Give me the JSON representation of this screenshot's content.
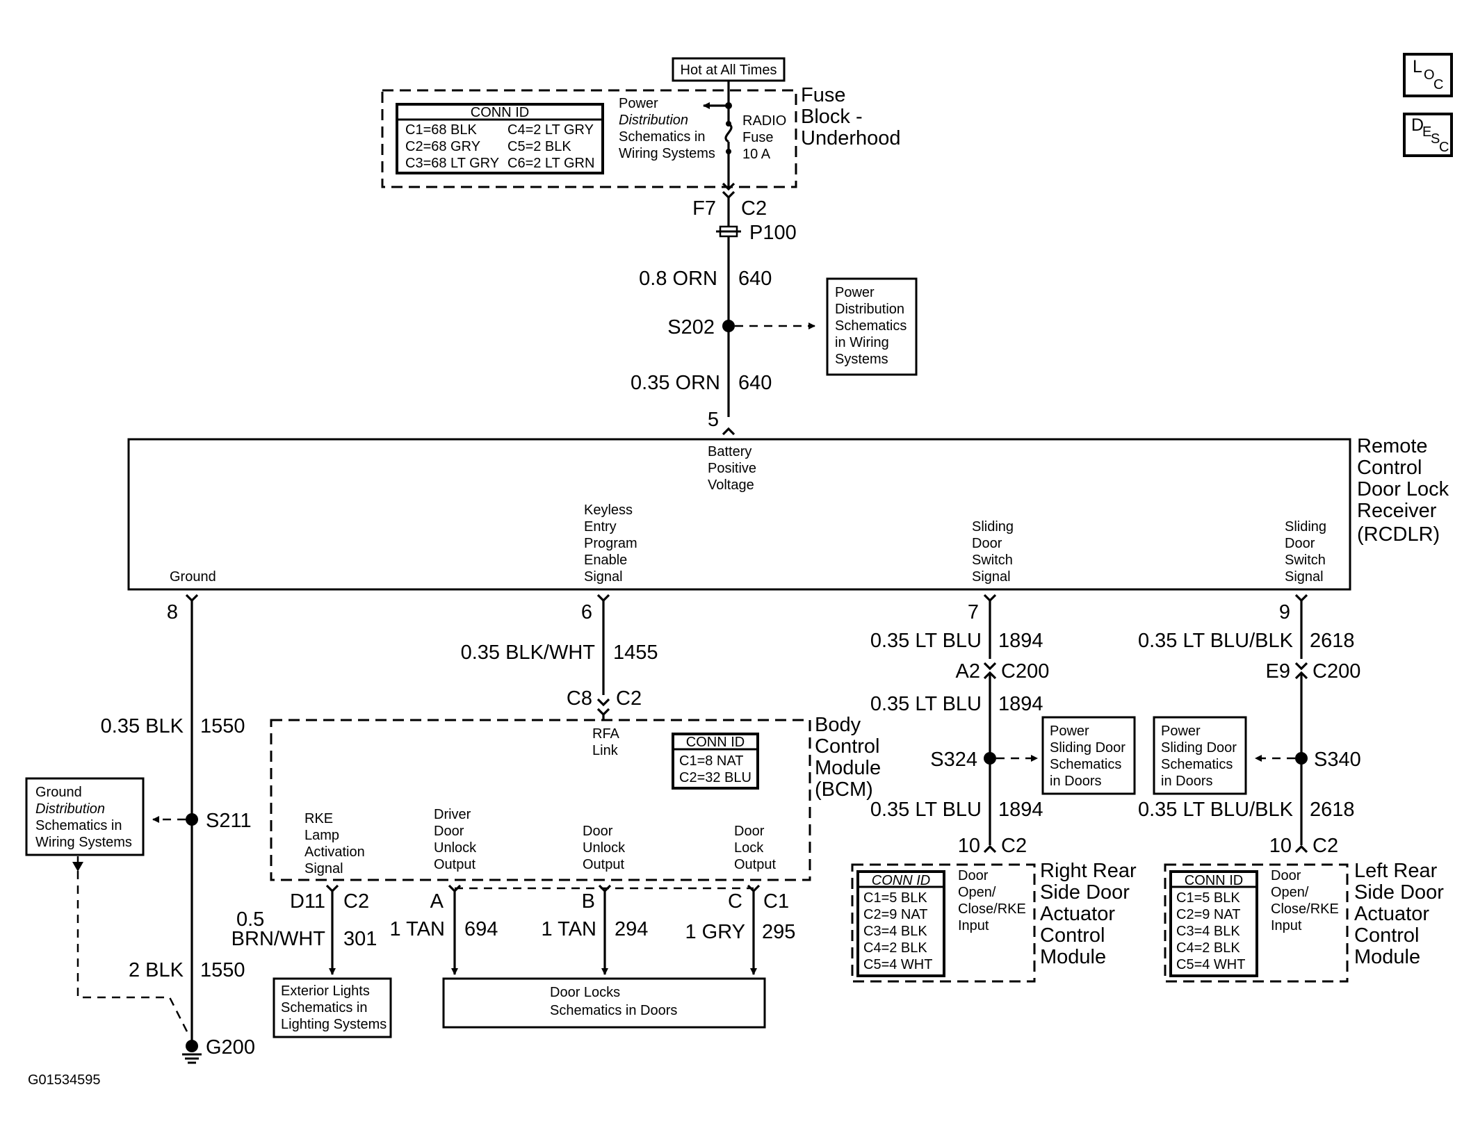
{
  "hot_label": "Hot at All Times",
  "fuse_block": {
    "title": [
      "Fuse",
      "Block -",
      "Underhood"
    ],
    "conn_id_header": "CONN ID",
    "conn_id_rows": [
      [
        "C1=68 BLK",
        "C4=2 LT GRY"
      ],
      [
        "C2=68 GRY",
        "C5=2 BLK"
      ],
      [
        "C3=68 LT GRY",
        "C6=2 LT GRN"
      ]
    ],
    "power_ref": [
      "Power",
      "Distribution",
      "Schematics in",
      "Wiring Systems"
    ],
    "fuse": [
      "RADIO",
      "Fuse",
      "10 A"
    ]
  },
  "feed": {
    "f7": "F7",
    "c2": "C2",
    "p100": "P100",
    "w1_gauge": "0.8 ORN",
    "w1_circuit": "640",
    "s202": "S202",
    "power_ref": [
      "Power",
      "Distribution",
      "Schematics",
      "in Wiring",
      "Systems"
    ],
    "w2_gauge": "0.35 ORN",
    "w2_circuit": "640",
    "pin5": "5"
  },
  "rcdlr": {
    "title": [
      "Remote",
      "Control",
      "Door Lock",
      "Receiver",
      "(RCDLR)"
    ],
    "battery": [
      "Battery",
      "Positive",
      "Voltage"
    ],
    "keyless": [
      "Keyless",
      "Entry",
      "Program",
      "Enable",
      "Signal"
    ],
    "ground": "Ground",
    "sliding1": [
      "Sliding",
      "Door",
      "Switch",
      "Signal"
    ],
    "sliding2": [
      "Sliding",
      "Door",
      "Switch",
      "Signal"
    ]
  },
  "ground_branch": {
    "pin8": "8",
    "w1_gauge": "0.35 BLK",
    "w1_circuit": "1550",
    "s211": "S211",
    "ref": [
      "Ground",
      "Distribution",
      "Schematics in",
      "Wiring Systems"
    ],
    "w2_gauge": "2 BLK",
    "w2_circuit": "1550",
    "g200": "G200"
  },
  "keyless_branch": {
    "pin6": "6",
    "gauge": "0.35 BLK/WHT",
    "circuit": "1455",
    "c8": "C8",
    "c2": "C2"
  },
  "bcm": {
    "title": [
      "Body",
      "Control",
      "Module",
      "(BCM)"
    ],
    "rfa": [
      "RFA",
      "Link"
    ],
    "conn_id_header": "CONN ID",
    "conn_id_rows": [
      "C1=8 NAT",
      "C2=32 BLU"
    ],
    "rke": [
      "RKE",
      "Lamp",
      "Activation",
      "Signal"
    ],
    "driver_unlock": [
      "Driver",
      "Door",
      "Unlock",
      "Output"
    ],
    "door_unlock": [
      "Door",
      "Unlock",
      "Output"
    ],
    "door_lock": [
      "Door",
      "Lock",
      "Output"
    ]
  },
  "bcm_outputs": {
    "d11": "D11",
    "c2": "C2",
    "rke_gauge": [
      "0.5",
      "BRN/WHT"
    ],
    "rke_circuit": "301",
    "a": "A",
    "a_gauge": "1 TAN",
    "a_circuit": "694",
    "b": "B",
    "b_gauge": "1 TAN",
    "b_circuit": "294",
    "c": "C",
    "c1": "C1",
    "c_gauge": "1 GRY",
    "c_circuit": "295"
  },
  "exterior_lights": [
    "Exterior Lights",
    "Schematics in",
    "Lighting Systems"
  ],
  "door_locks": [
    "Door Locks",
    "Schematics in Doors"
  ],
  "right_branch": {
    "pin7": "7",
    "w1_gauge": "0.35 LT BLU",
    "w1_circuit": "1894",
    "a2": "A2",
    "c200": "C200",
    "w2_gauge": "0.35 LT BLU",
    "w2_circuit": "1894",
    "s324": "S324",
    "ref": [
      "Power",
      "Sliding Door",
      "Schematics",
      "in Doors"
    ],
    "w3_gauge": "0.35 LT BLU",
    "w3_circuit": "1894",
    "pin10": "10",
    "c2": "C2"
  },
  "right_module": {
    "title": [
      "Right Rear",
      "Side Door",
      "Actuator",
      "Control",
      "Module"
    ],
    "conn_id_header": "CONN ID",
    "conn_id_rows": [
      "C1=5 BLK",
      "C2=9 NAT",
      "C3=4 BLK",
      "C4=2 BLK",
      "C5=4 WHT"
    ],
    "input": [
      "Door",
      "Open/",
      "Close/RKE",
      "Input"
    ]
  },
  "left_branch": {
    "pin9": "9",
    "w1_gauge": "0.35 LT BLU/BLK",
    "w1_circuit": "2618",
    "e9": "E9",
    "c200": "C200",
    "s340": "S340",
    "ref": [
      "Power",
      "Sliding Door",
      "Schematics",
      "in Doors"
    ],
    "w2_gauge": "0.35 LT BLU/BLK",
    "w2_circuit": "2618",
    "pin10": "10",
    "c2": "C2"
  },
  "left_module": {
    "title": [
      "Left Rear",
      "Side Door",
      "Actuator",
      "Control",
      "Module"
    ],
    "conn_id_header": "CONN ID",
    "conn_id_rows": [
      "C1=5 BLK",
      "C2=9 NAT",
      "C3=4 BLK",
      "C4=2 BLK",
      "C5=4 WHT"
    ],
    "input": [
      "Door",
      "Open/",
      "Close/RKE",
      "Input"
    ]
  },
  "icons": {
    "loc": {
      "big": "L",
      "o": "O",
      "c": "C"
    },
    "desc": {
      "big": "D",
      "e": "E",
      "s": "S",
      "c": "C"
    }
  },
  "figure_id": "G01534595"
}
